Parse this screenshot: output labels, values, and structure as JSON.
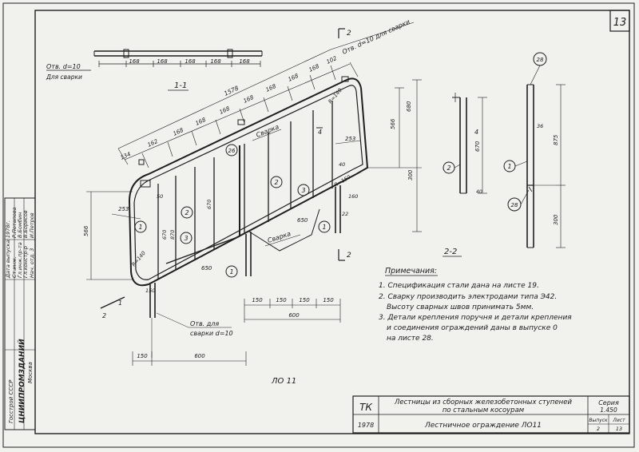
{
  "sheet": {
    "number": "13",
    "drawing_label": "ЛО 11"
  },
  "section_marks": {
    "s11": "1-1",
    "s22": "2-2",
    "cut_2": "2"
  },
  "callouts": {
    "c1": "1",
    "c2": "2",
    "c3": "3",
    "c4": "4",
    "c28": "28",
    "c26": "26"
  },
  "labels": {
    "hole_d10": "Отв. d=10",
    "for_welding": "Для сварки",
    "hole_d10_weld": "Отв. d=10 для сварки",
    "hole_for": "Отв. для",
    "welding_d10": "сварки d=10",
    "weld1": "Сварка",
    "weld2": "Сварка"
  },
  "dimensions": {
    "d168": "168",
    "d1578": "1578",
    "d134": "134",
    "d162": "162",
    "d102": "102",
    "d680": "680",
    "d566": "566",
    "d300": "300",
    "d253": "253",
    "d650": "650",
    "d670": "670",
    "d150": "150",
    "d600": "600",
    "d870": "870",
    "d875": "875",
    "d36": "36",
    "d50": "50",
    "d22": "22",
    "d160": "160",
    "d40": "40",
    "r140": "R=140",
    "r150": "R=150"
  },
  "stamp_left": {
    "r1": "Нач. отд. 3",
    "r1b": "И.Петров",
    "r2": "Гл.констр-р",
    "r2b": "В.Борисов",
    "r3": "Гл.инж.пр-та",
    "r3b": "В.Бомбин",
    "r4": "Ст.инж.",
    "r4b": "Р.Потапова",
    "r5": "Дата выпуска:",
    "r5b": "1978г."
  },
  "org": {
    "gosstroy": "Госстрой СССР",
    "institute": "ЦНИИПРОМЗДАНИЙ",
    "city": "Москва"
  },
  "notes": {
    "title": "Примечания:",
    "n1": "1. Спецификация стали дана на листе 19.",
    "n2a": "2. Сварку производить электродами типа Э42.",
    "n2b": "Высоту сварных швов принимать 5мм.",
    "n3a": "3. Детали крепления поручня и детали крепления",
    "n3b": "и соединения ограждений даны в выпуске 0",
    "n3c": "на листе 28."
  },
  "title_block": {
    "code": "ТК",
    "description_1": "Лестницы из сборных железобетонных ступеней",
    "description_2": "по стальным косоурам",
    "year": "1978",
    "drawing_title": "Лестничное ограждение ЛО11",
    "series_label": "Серия",
    "series_no": "1.450",
    "issue_label": "Выпуск",
    "issue_no": "2",
    "sheet_label": "Лист",
    "sheet_no": "13"
  },
  "colors": {
    "paper": "#f1f1ee",
    "ink": "#1c1c1c"
  }
}
